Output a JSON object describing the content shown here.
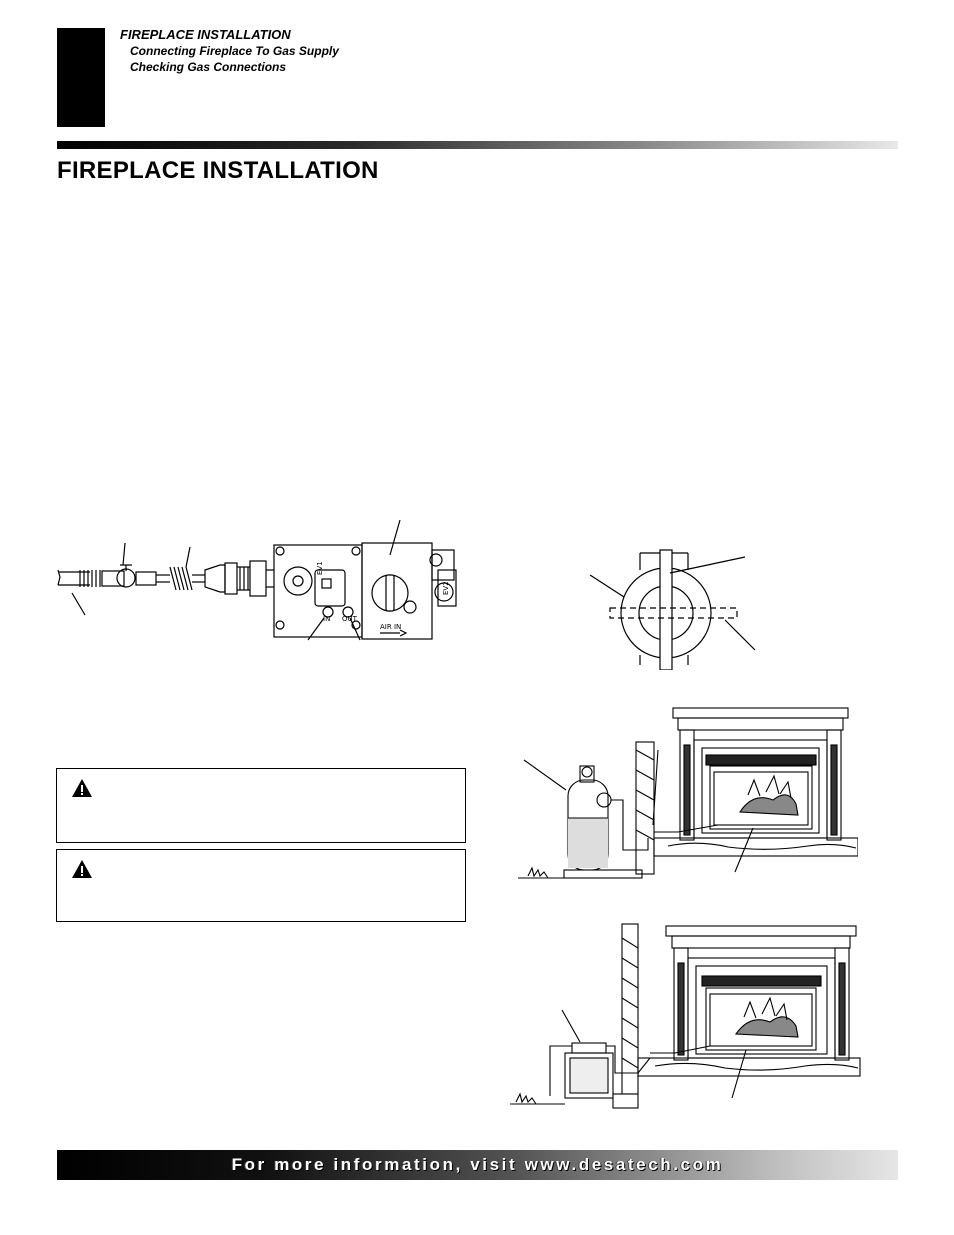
{
  "header": {
    "section_title": "FIREPLACE INSTALLATION",
    "subtitles": [
      "Connecting Fireplace To Gas Supply",
      "Checking Gas Connections"
    ]
  },
  "page_title": "FIREPLACE INSTALLATION",
  "valve_diagram": {
    "valve_labels": [
      "EV1",
      "IN",
      "OUT",
      "AIR IN",
      "EV2"
    ]
  },
  "footer": {
    "text": "For more information, visit www.desatech.com"
  },
  "colors": {
    "black": "#000000",
    "footer_gradient_start": "#000000",
    "footer_gradient_end": "#e6e6e6"
  },
  "icons": [
    "warning-triangle-icon"
  ]
}
